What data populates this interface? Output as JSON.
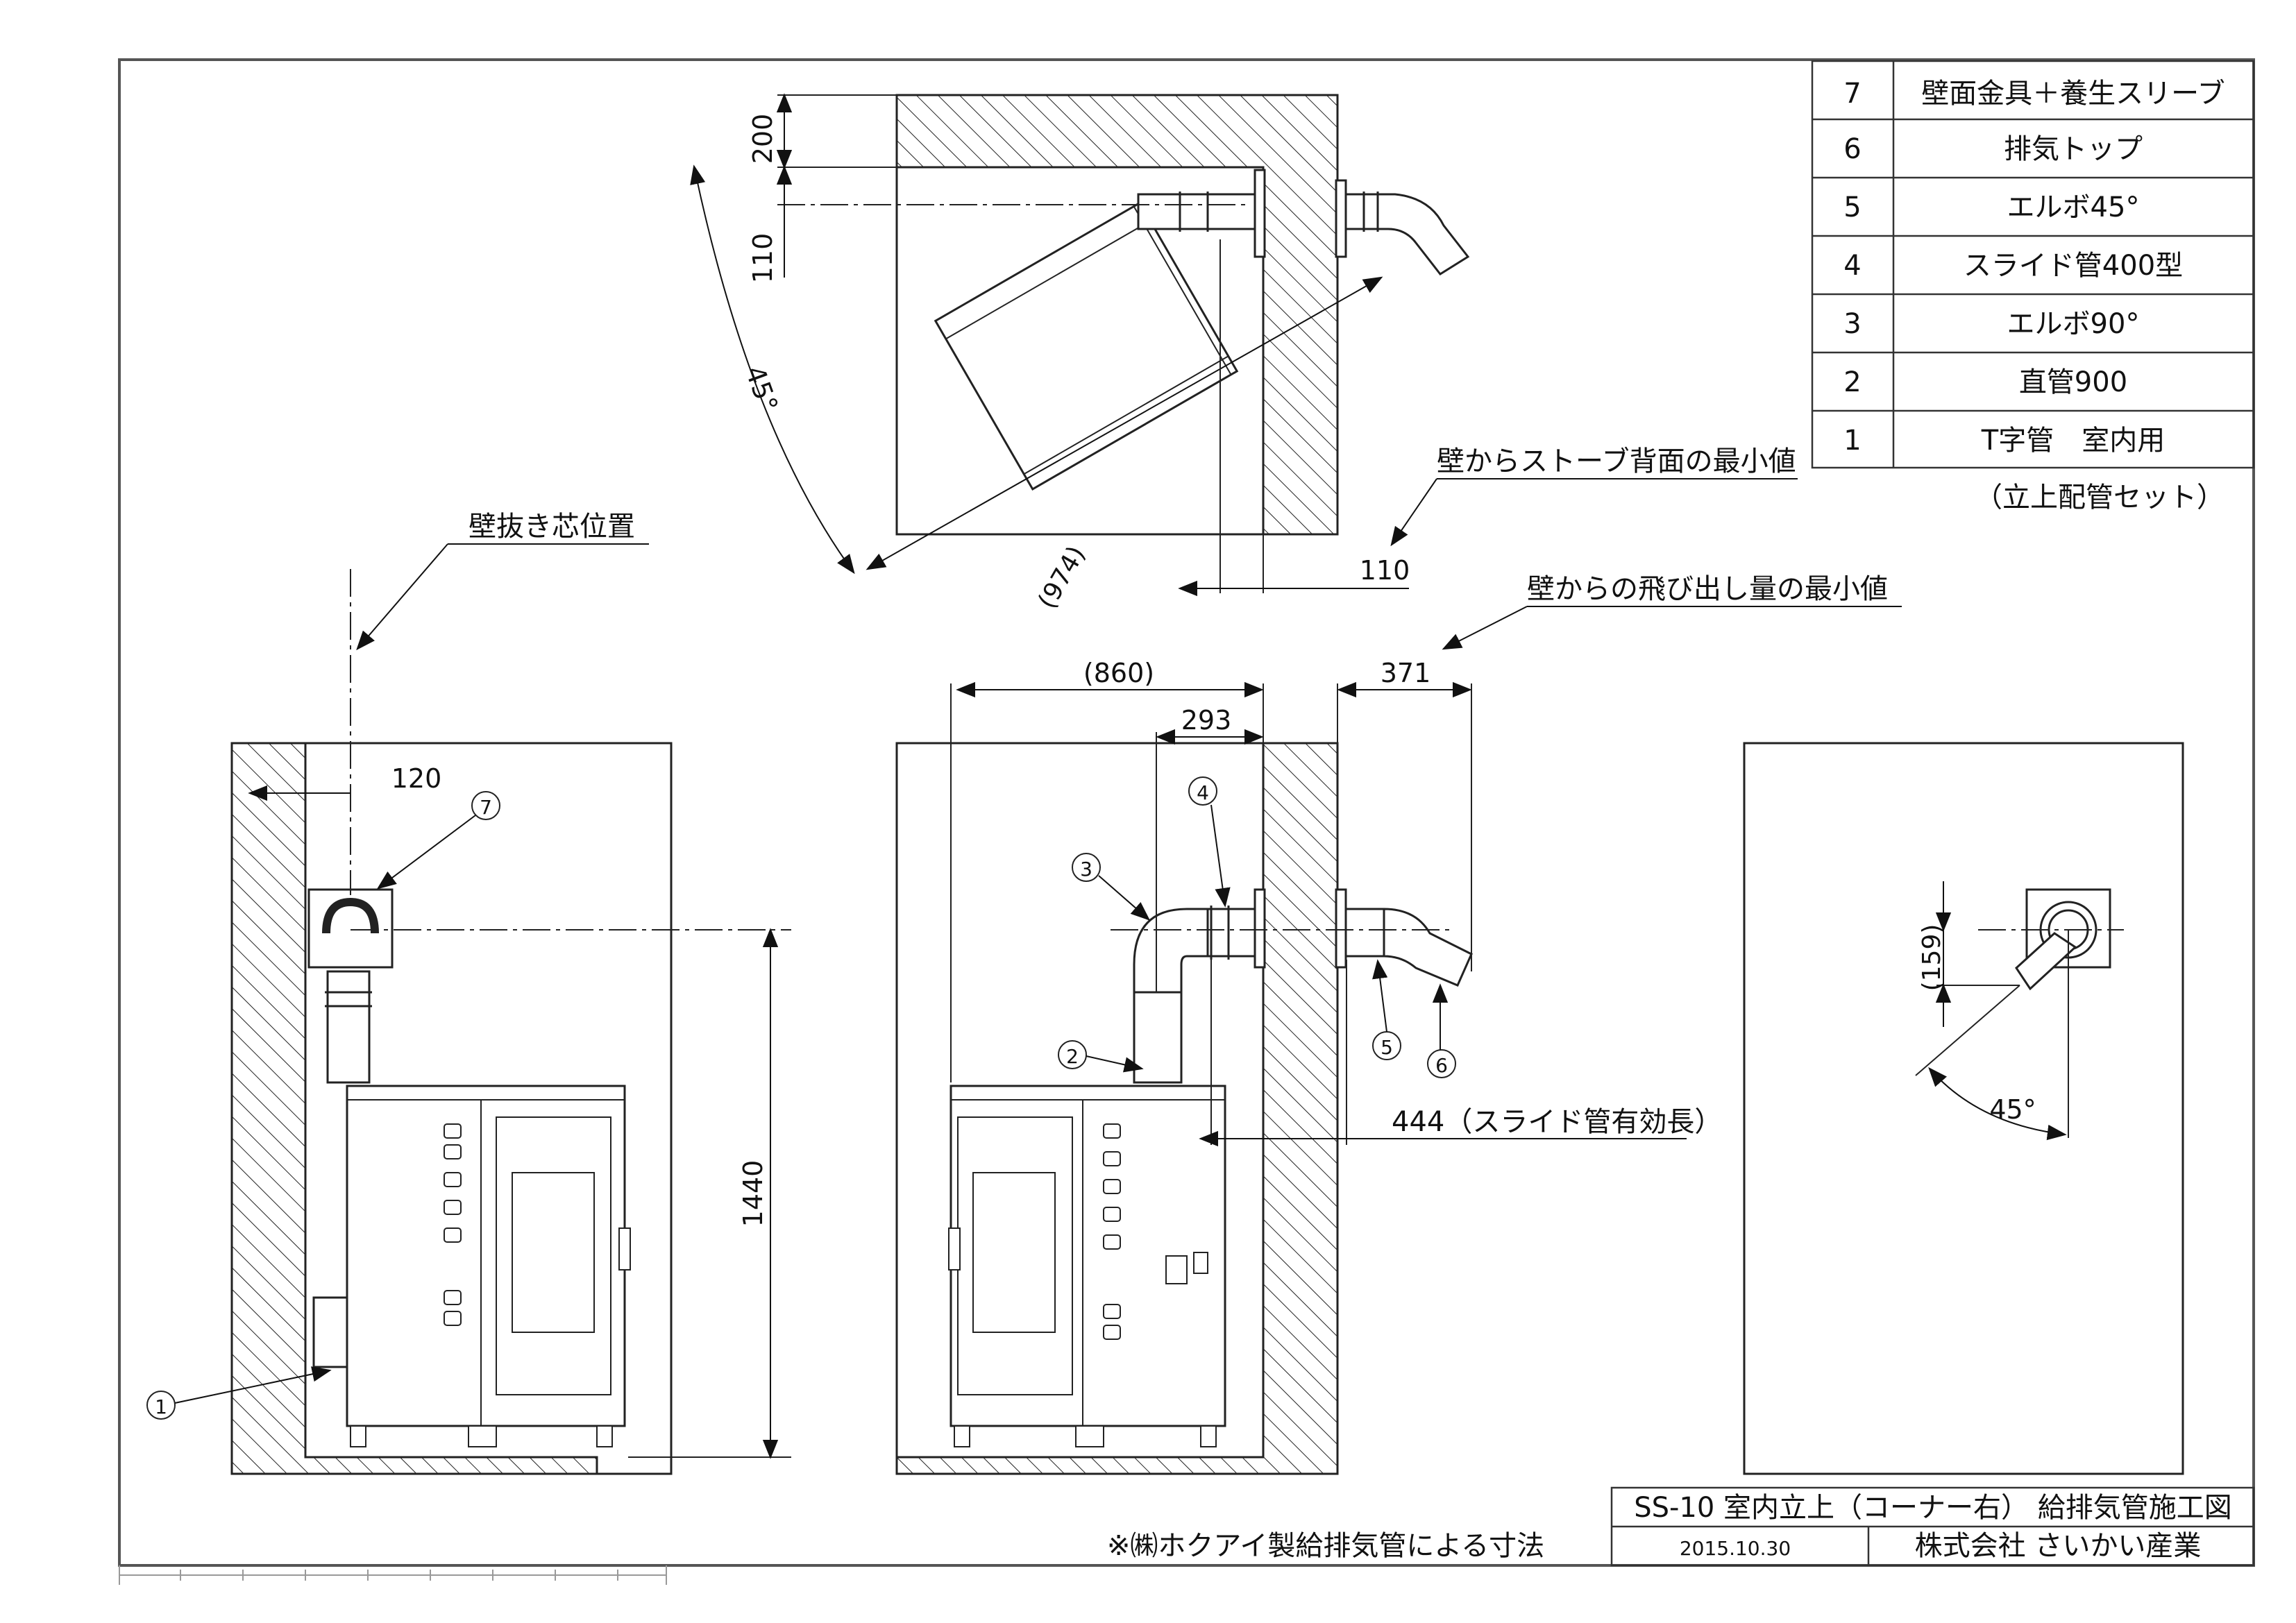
{
  "parts_table": {
    "rows": [
      {
        "no": "7",
        "name": "壁面金具＋養生スリーブ"
      },
      {
        "no": "6",
        "name": "排気トップ"
      },
      {
        "no": "5",
        "name": "エルボ45°"
      },
      {
        "no": "4",
        "name": "スライド管400型"
      },
      {
        "no": "3",
        "name": "エルボ90°"
      },
      {
        "no": "2",
        "name": "直管900"
      },
      {
        "no": "1",
        "name": "T字管　室内用"
      }
    ],
    "caption": "（立上配管セット）"
  },
  "notes": {
    "wall_center": "壁抜き芯位置",
    "min_wall_to_back": "壁からストーブ背面の最小値",
    "min_projection": "壁からの飛び出し量の最小値",
    "slide_length": "444（スライド管有効長）"
  },
  "dimensions": {
    "top_200": "200",
    "top_110_v": "110",
    "top_45": "45°",
    "top_974": "(974)",
    "top_110_h": "110",
    "front_120": "120",
    "front_1440": "1440",
    "side_860": "(860)",
    "side_293": "293",
    "side_371": "371",
    "wall_159": "(159)",
    "wall_45": "45°"
  },
  "balloons": {
    "b1": "1",
    "b2": "2",
    "b3": "3",
    "b4": "4",
    "b5": "5",
    "b6": "6",
    "b7": "7"
  },
  "title_block": {
    "title": "SS-10 室内立上（コーナー右） 給排気管施工図",
    "date": "2015.10.30",
    "company": "株式会社 さいかい産業",
    "note": "※㈱ホクアイ製給排気管による寸法"
  }
}
